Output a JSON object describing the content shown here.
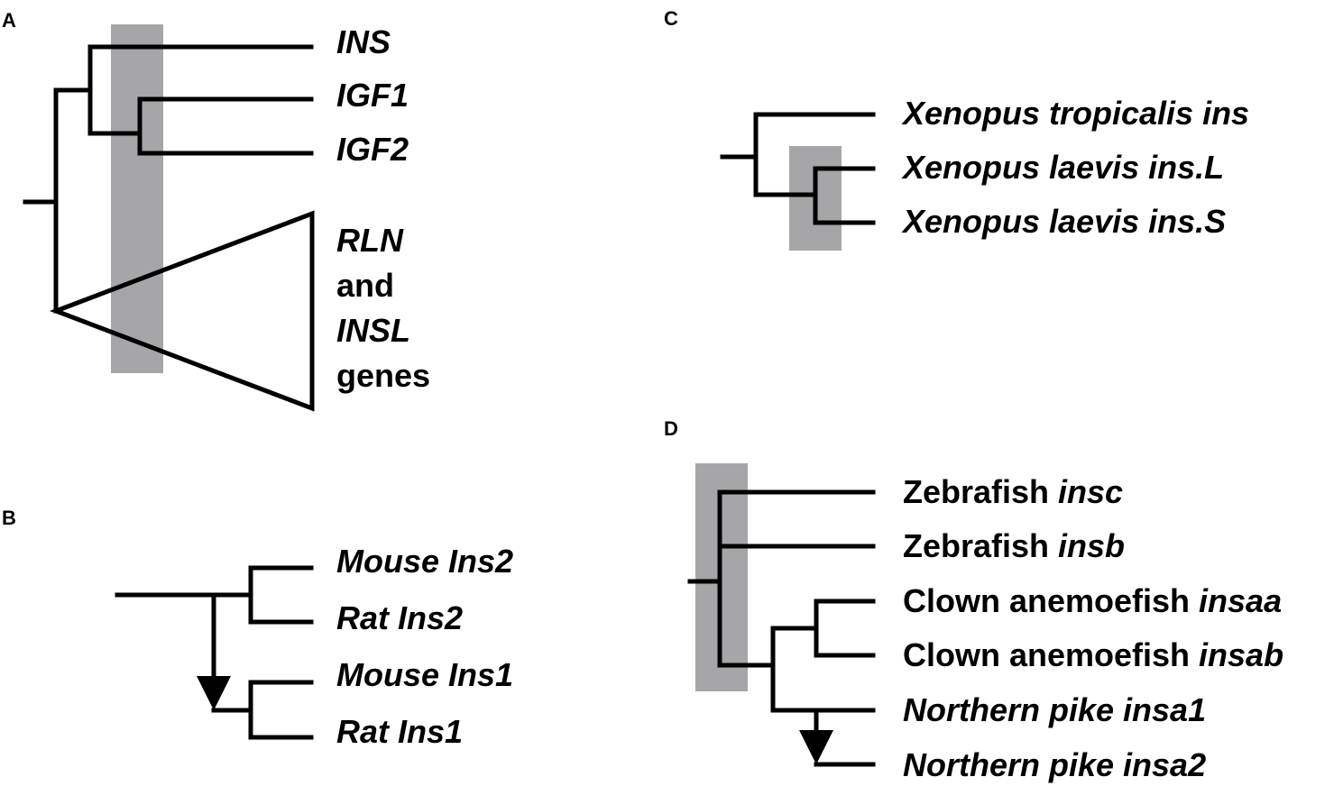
{
  "colors": {
    "shade": "#a6a6a8",
    "line": "#000000",
    "background": "#ffffff"
  },
  "panels": {
    "a": {
      "letter": "A",
      "tips": {
        "ins": "INS",
        "igf1": "IGF1",
        "igf2": "IGF2"
      },
      "collapsed_clade": {
        "line1": "RLN",
        "line2": "and",
        "line3": "INSL",
        "line4": "genes"
      }
    },
    "b": {
      "letter": "B",
      "tips": {
        "mouse_ins2": "Mouse Ins2",
        "rat_ins2": "Rat Ins2",
        "mouse_ins1": "Mouse Ins1",
        "rat_ins1": "Rat Ins1"
      }
    },
    "c": {
      "letter": "C",
      "tips": {
        "x_tropicalis": "Xenopus tropicalis ins",
        "x_laevis_l": "Xenopus laevis ins.L",
        "x_laevis_s": "Xenopus laevis ins.S"
      }
    },
    "d": {
      "letter": "D",
      "tips": {
        "zebrafish_insc": {
          "plain": "Zebrafish ",
          "gene": "insc"
        },
        "zebrafish_insb": {
          "plain": "Zebrafish ",
          "gene": "insb"
        },
        "clown_insaa": {
          "plain": "Clown anemoefish ",
          "gene": "insaa"
        },
        "clown_insab": {
          "plain": "Clown anemoefish ",
          "gene": "insab"
        },
        "pike_insa1": "Northern pike insa1",
        "pike_insa2": "Northern pike insa2"
      }
    }
  }
}
